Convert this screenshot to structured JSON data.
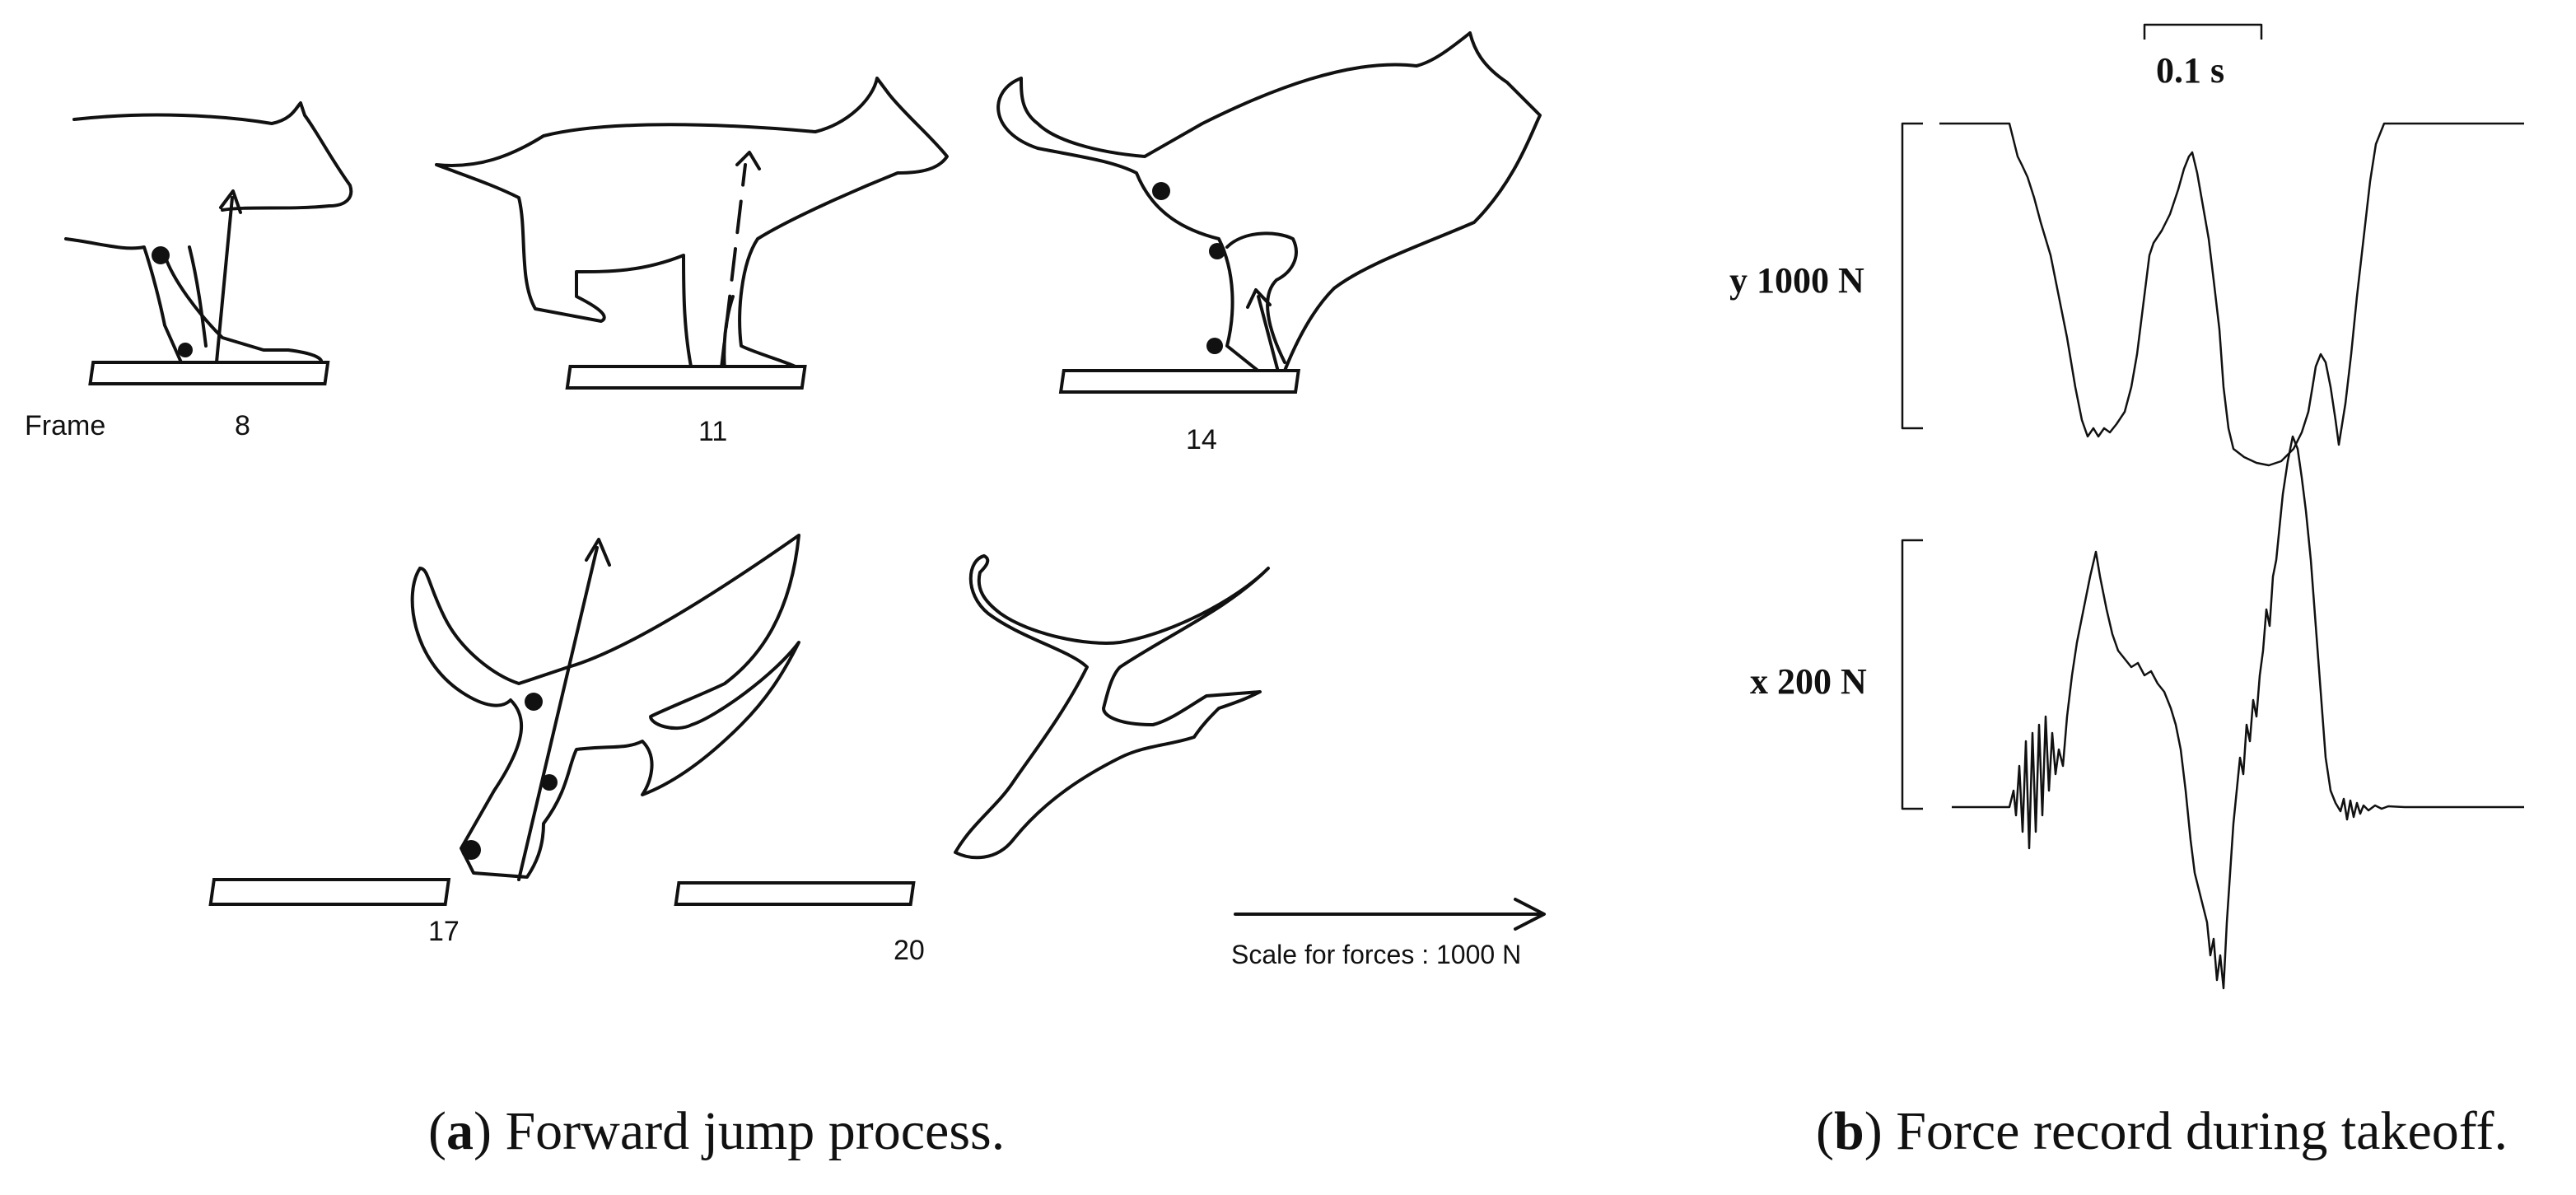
{
  "panel_a": {
    "frame_label": "Frame",
    "frames": [
      "8",
      "11",
      "14",
      "17",
      "20"
    ],
    "scale_label": "Scale for forces : 1000 N",
    "caption_letter": "a",
    "caption_text": "Forward jump process."
  },
  "panel_b": {
    "time_scale": "0.1 s",
    "y_scale_label": "y 1000 N",
    "x_scale_label": "x 200 N",
    "caption_letter": "b",
    "caption_text": "Force record during takeoff."
  }
}
